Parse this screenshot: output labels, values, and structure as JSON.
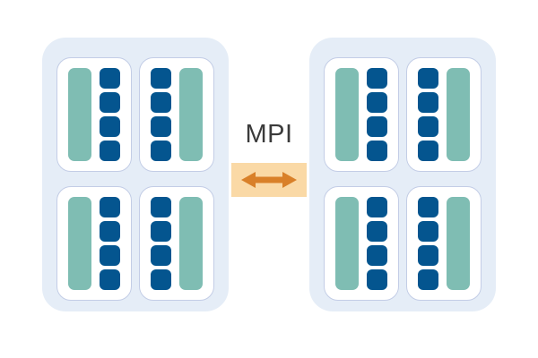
{
  "diagram": {
    "title": "MPI distributed-memory cluster diagram",
    "background_color": "#ffffff",
    "link": {
      "label": "MPI",
      "label_color": "#3b3b3b",
      "box_color": "#fad9a6",
      "arrow_color": "#d98029",
      "arrow_icon": "double-headed-horizontal-arrow",
      "direction": "bidirectional"
    },
    "palette": {
      "cluster_fill": "#e5edf7",
      "card_fill": "#ffffff",
      "card_border": "#c3cde6",
      "memory_bar": "#7fbdb3",
      "core": "#04558f"
    },
    "clusters": [
      {
        "id": "cluster-left",
        "name": "left-cluster",
        "nodes": [
          {
            "id": "node-l1",
            "position": "top-left",
            "memory_bars": 1,
            "cores": 4,
            "layout": "memory-left"
          },
          {
            "id": "node-l2",
            "position": "top-right",
            "memory_bars": 1,
            "cores": 4,
            "layout": "memory-right"
          },
          {
            "id": "node-l3",
            "position": "bottom-left",
            "memory_bars": 1,
            "cores": 4,
            "layout": "memory-left"
          },
          {
            "id": "node-l4",
            "position": "bottom-right",
            "memory_bars": 1,
            "cores": 4,
            "layout": "memory-right"
          }
        ]
      },
      {
        "id": "cluster-right",
        "name": "right-cluster",
        "nodes": [
          {
            "id": "node-r1",
            "position": "top-left",
            "memory_bars": 1,
            "cores": 4,
            "layout": "memory-left"
          },
          {
            "id": "node-r2",
            "position": "top-right",
            "memory_bars": 1,
            "cores": 4,
            "layout": "memory-right"
          },
          {
            "id": "node-r3",
            "position": "bottom-left",
            "memory_bars": 1,
            "cores": 4,
            "layout": "memory-left"
          },
          {
            "id": "node-r4",
            "position": "bottom-right",
            "memory_bars": 1,
            "cores": 4,
            "layout": "memory-right"
          }
        ]
      }
    ]
  }
}
